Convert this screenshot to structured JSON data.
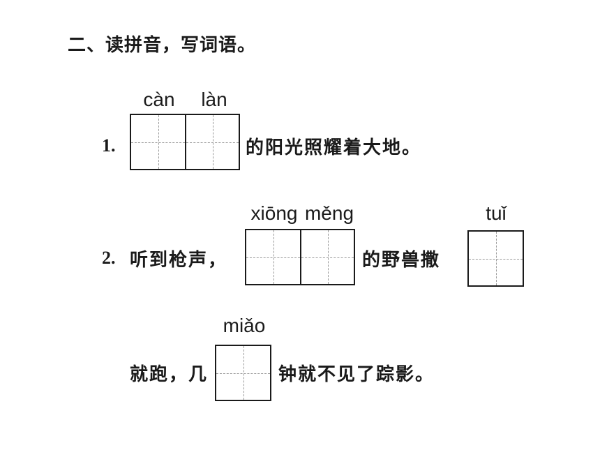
{
  "heading": "二、读拼音，写词语。",
  "q1": {
    "number": "1.",
    "pinyin": [
      "càn",
      "làn"
    ],
    "after_text": "的阳光照耀着大地。"
  },
  "q2": {
    "number": "2.",
    "before_text": "听到枪声，",
    "pinyin_a": [
      "xiōng",
      "měng"
    ],
    "middle_text": "的野兽撒",
    "pinyin_b": "tuǐ",
    "line2_before": "就跑，几",
    "pinyin_c": "miǎo",
    "line2_after": "钟就不见了踪影。"
  }
}
